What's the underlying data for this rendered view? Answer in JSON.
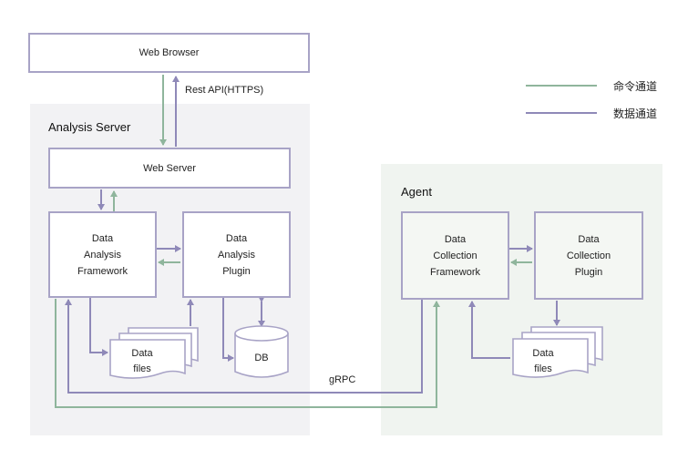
{
  "legend": {
    "items": [
      {
        "label": "命令通道",
        "color": "#8fb59c"
      },
      {
        "label": "数据通道",
        "color": "#8f89b8"
      }
    ]
  },
  "browser": {
    "label": "Web Browser"
  },
  "rest_api": {
    "label": "Rest API(HTTPS)"
  },
  "server": {
    "title": "Analysis Server",
    "web_server": "Web Server",
    "framework": "Data\nAnalysis\nFramework",
    "plugin": "Data\nAnalysis\nPlugin",
    "data_files": "Data\nfiles",
    "db": "DB"
  },
  "agent": {
    "title": "Agent",
    "framework": "Data\nCollection\nFramework",
    "plugin": "Data\nCollection\nPlugin",
    "data_files": "Data\nfiles"
  },
  "grpc": {
    "label": "gRPC"
  },
  "colors": {
    "command": "#8fb59c",
    "data": "#8f89b8",
    "border": "#a8a3c6"
  }
}
